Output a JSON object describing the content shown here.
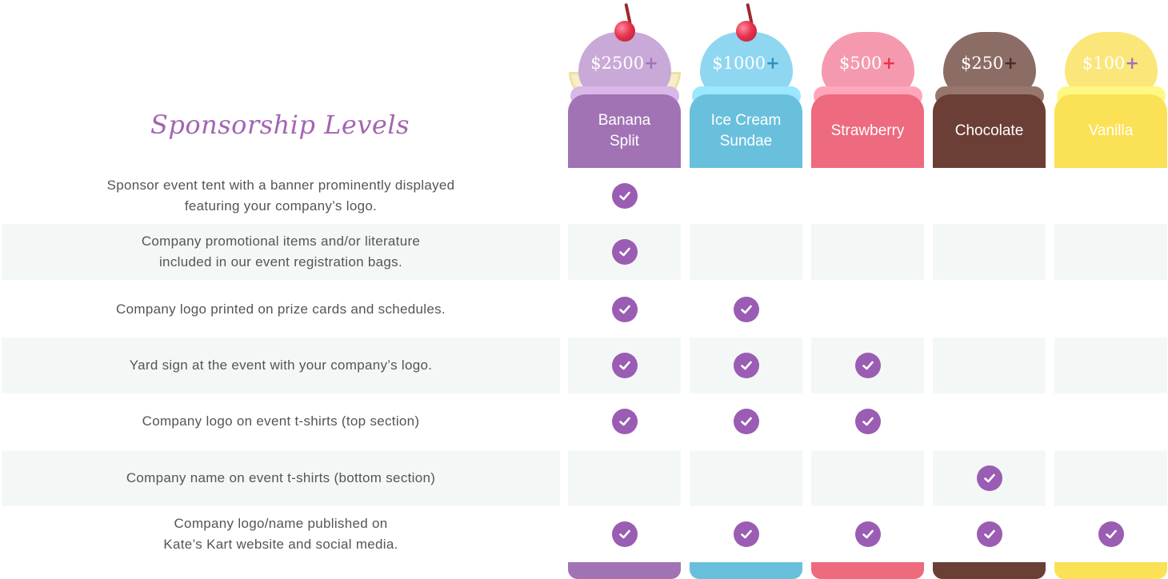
{
  "title": "Sponsorship Levels",
  "levels": [
    {
      "name": "Banana\nSplit",
      "price": "$2500",
      "plus": "+",
      "color": "#a173b5",
      "scoop_color": "#c9a9d8",
      "plus_color": "#a173b5",
      "cherry": true,
      "banana": true
    },
    {
      "name": "Ice Cream\nSundae",
      "price": "$1000",
      "plus": "+",
      "color": "#69c0dc",
      "scoop_color": "#8fd6f1",
      "plus_color": "#2e8fbf",
      "cherry": true,
      "banana": false
    },
    {
      "name": "Strawberry",
      "price": "$500",
      "plus": "+",
      "color": "#ee6a7e",
      "scoop_color": "#f59aae",
      "plus_color": "#e8334e",
      "cherry": false,
      "banana": false
    },
    {
      "name": "Chocolate",
      "price": "$250",
      "plus": "+",
      "color": "#6b3e36",
      "scoop_color": "#8c6d65",
      "plus_color": "#4a2a24",
      "cherry": false,
      "banana": false
    },
    {
      "name": "Vanilla",
      "price": "$100",
      "plus": "+",
      "color": "#fbe155",
      "scoop_color": "#fbe67a",
      "plus_color": "#a173b5",
      "cherry": false,
      "banana": false
    }
  ],
  "rows": [
    {
      "benefit": "Sponsor event tent with a banner prominently displayed\nfeaturing your company’s logo.",
      "checks": [
        true,
        false,
        false,
        false,
        false
      ]
    },
    {
      "benefit": "Company promotional items and/or literature\nincluded in our event registration bags.",
      "checks": [
        true,
        false,
        false,
        false,
        false
      ]
    },
    {
      "benefit": "Company logo printed on prize cards and schedules.",
      "checks": [
        true,
        true,
        false,
        false,
        false
      ]
    },
    {
      "benefit": "Yard sign at the event with your company’s logo.",
      "checks": [
        true,
        true,
        true,
        false,
        false
      ]
    },
    {
      "benefit": "Company logo on event t-shirts (top section)",
      "checks": [
        true,
        true,
        true,
        false,
        false
      ]
    },
    {
      "benefit": "Company name on event t-shirts (bottom section)",
      "checks": [
        false,
        false,
        false,
        true,
        false
      ]
    },
    {
      "benefit": "Company logo/name published on\nKate’s Kart website and social media.",
      "checks": [
        true,
        true,
        true,
        true,
        true
      ]
    }
  ],
  "colors": {
    "title": "#a365b2",
    "check": "#9a5db3",
    "row_shade": "#f3f8f6"
  }
}
